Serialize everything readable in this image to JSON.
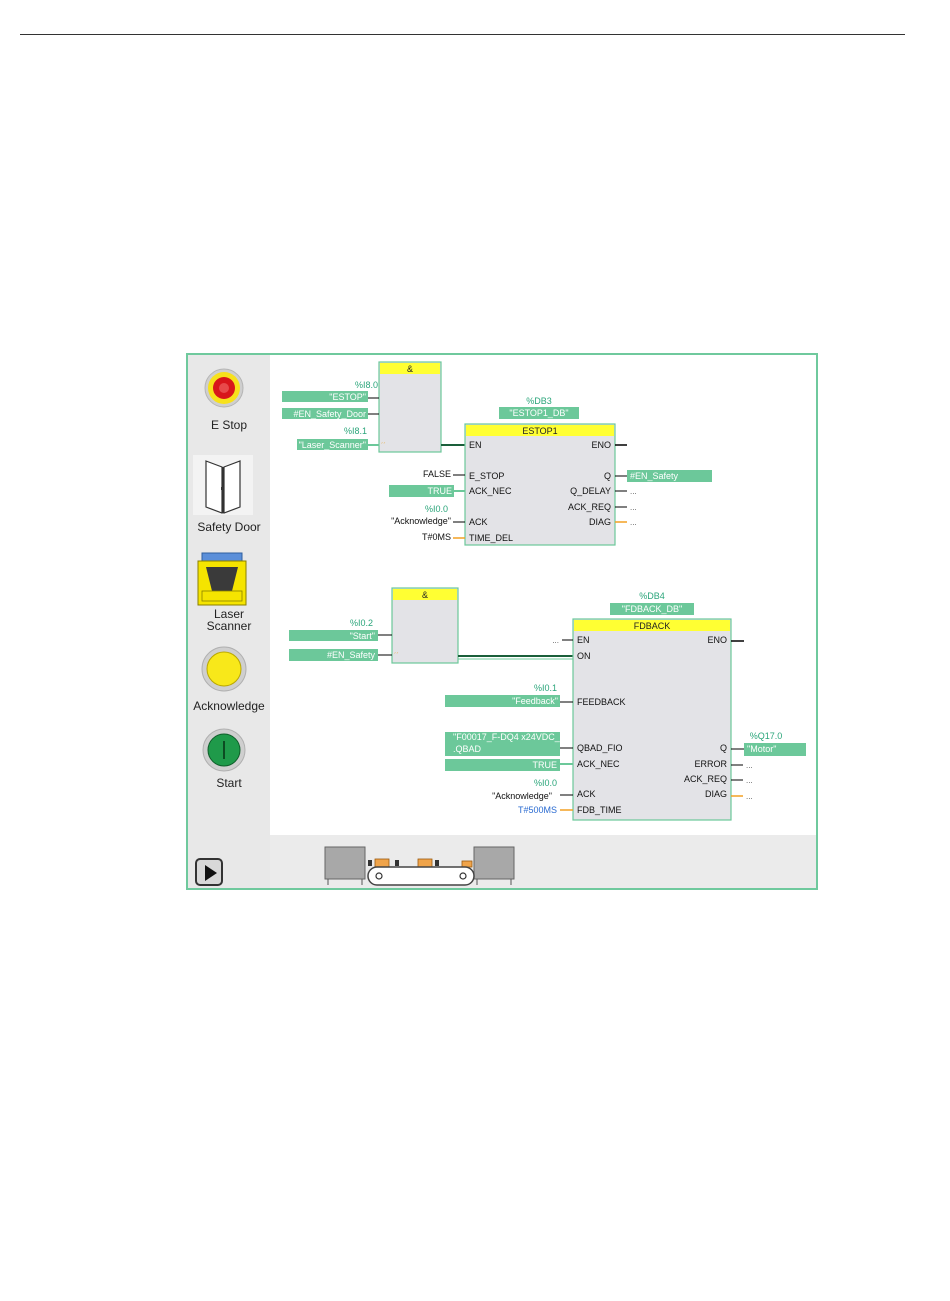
{
  "sidebar": {
    "items": [
      {
        "label": "E Stop",
        "icon": "estop-button-icon"
      },
      {
        "label": "Safety Door",
        "icon": "safety-door-icon"
      },
      {
        "label": "Laser",
        "label2": "Scanner",
        "icon": "laser-scanner-icon"
      },
      {
        "label": "Acknowledge",
        "icon": "acknowledge-button-icon"
      },
      {
        "label": "Start",
        "icon": "start-button-icon"
      }
    ],
    "play_icon": "play-icon"
  },
  "network1": {
    "and_block": {
      "title": "&"
    },
    "inputs": [
      {
        "addr": "%I8.0",
        "tag": "\"ESTOP\""
      },
      {
        "tag": "#EN_Safety_Door"
      },
      {
        "addr": "%I8.1",
        "tag": "\"Laser_Scanner\""
      }
    ],
    "and_pin_label": "´´",
    "instance": {
      "addr": "%DB3",
      "name": "\"ESTOP1_DB\""
    },
    "block": {
      "title": "ESTOP1",
      "left_pins": [
        "EN",
        "E_STOP",
        "ACK_NEC",
        "ACK",
        "TIME_DEL"
      ],
      "right_pins": [
        "ENO",
        "Q",
        "Q_DELAY",
        "ACK_REQ",
        "DIAG"
      ]
    },
    "params": {
      "estop": "FALSE",
      "ack_nec": "TRUE",
      "ack_addr": "%I0.0",
      "ack_tag": "\"Acknowledge\"",
      "time_del": "T#0MS"
    },
    "outputs": {
      "q": "#EN_Safety",
      "q_delay": "...",
      "ack_req": "...",
      "diag": "..."
    }
  },
  "network2": {
    "and_block": {
      "title": "&"
    },
    "inputs": [
      {
        "addr": "%I0.2",
        "tag": "\"Start\""
      },
      {
        "tag": "#EN_Safety"
      }
    ],
    "and_pin_label": "´´",
    "instance": {
      "addr": "%DB4",
      "name": "\"FDBACK_DB\""
    },
    "block": {
      "title": "FDBACK",
      "left_pins": [
        "EN",
        "ON",
        "FEEDBACK",
        "QBAD_FIO",
        "ACK_NEC",
        "ACK",
        "FDB_TIME"
      ],
      "right_pins": [
        "ENO",
        "Q",
        "ERROR",
        "ACK_REQ",
        "DIAG"
      ]
    },
    "params": {
      "en": "...",
      "feedback_addr": "%I0.1",
      "feedback_tag": "\"Feedback\"",
      "qbad_tag1": "\"F00017_F-DQ4 x24VDC_1\"",
      "qbad_tag2": ".QBAD",
      "ack_nec": "TRUE",
      "ack_addr": "%I0.0",
      "ack_tag": "\"Acknowledge\"",
      "fdb_time": "T#500MS"
    },
    "outputs": {
      "q_addr": "%Q17.0",
      "q_tag": "\"Motor\"",
      "error": "...",
      "ack_req": "...",
      "diag": "..."
    }
  },
  "colors": {
    "green_tag": "#6cc89a",
    "address_text": "#2aa57a",
    "block_header": "#ffff33",
    "block_body": "#e3e3e7",
    "frame_border": "#6fc99d",
    "time_const": "#2a6bd1",
    "orange_wire": "#f2a122"
  }
}
